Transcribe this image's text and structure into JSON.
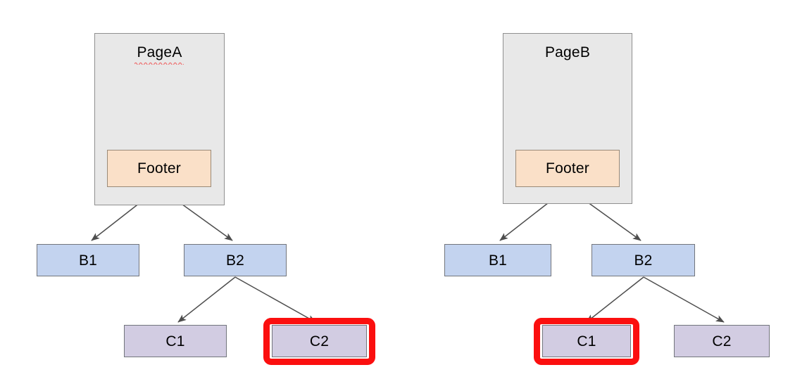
{
  "diagram": {
    "type": "tree-comparison",
    "title": "",
    "background_color": "#ffffff",
    "highlight_color": "#fb0f0f",
    "colors": {
      "page_fill": "#e8e8e8",
      "page_stroke": "#8f8f8f",
      "footer_fill": "#fae0c8",
      "footer_stroke": "#9a8a78",
      "b_fill": "#c3d3ef",
      "b_stroke": "#72757c",
      "c_fill": "#d2cce2",
      "c_stroke": "#72757c",
      "edge_stroke": "#4d4d4d",
      "spellcheck_underline": "#ee6a6a"
    },
    "trees": [
      {
        "id": "left-tree",
        "root": {
          "label": "PageA",
          "spellcheck_underline": true
        },
        "footer": {
          "label": "Footer"
        },
        "level_b": [
          {
            "label": "B1",
            "highlighted": false
          },
          {
            "label": "B2",
            "highlighted": false
          }
        ],
        "level_c": [
          {
            "label": "C1",
            "highlighted": false
          },
          {
            "label": "C2",
            "highlighted": true
          }
        ]
      },
      {
        "id": "right-tree",
        "root": {
          "label": "PageB",
          "spellcheck_underline": false
        },
        "footer": {
          "label": "Footer"
        },
        "level_b": [
          {
            "label": "B1",
            "highlighted": false
          },
          {
            "label": "B2",
            "highlighted": false
          }
        ],
        "level_c": [
          {
            "label": "C1",
            "highlighted": true
          },
          {
            "label": "C2",
            "highlighted": false
          }
        ]
      }
    ]
  }
}
